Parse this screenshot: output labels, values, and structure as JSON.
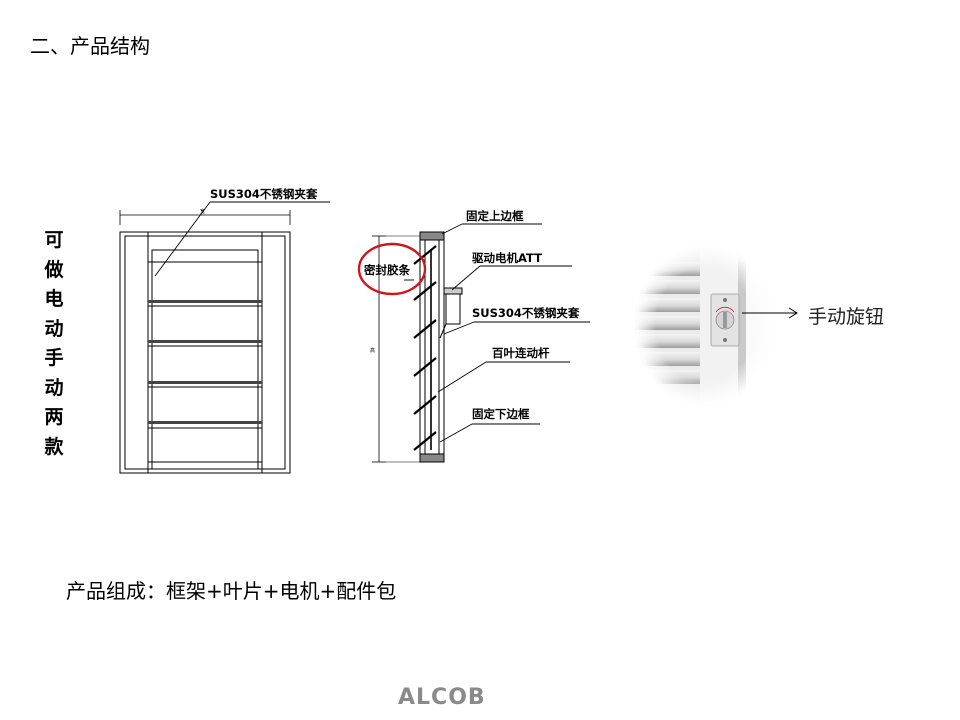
{
  "title": "二、产品结构",
  "vertical_note": [
    "可",
    "做",
    "电",
    "动",
    "手",
    "动",
    "两",
    "款"
  ],
  "composition": "产品组成：框架+叶片+电机+配件包",
  "logo": "ALCOB",
  "front_view": {
    "callout": "SUS304不锈钢夹套"
  },
  "side_view": {
    "callouts": {
      "top_frame": "固定上边框",
      "motor": "驱动电机ATT",
      "seal": "密封胶条",
      "clamp": "SUS304不锈钢夹套",
      "linkage": "百叶连动杆",
      "bottom_frame": "固定下边框"
    },
    "highlight_color": "#d0141b"
  },
  "knob": {
    "label": "手动旋钮"
  }
}
